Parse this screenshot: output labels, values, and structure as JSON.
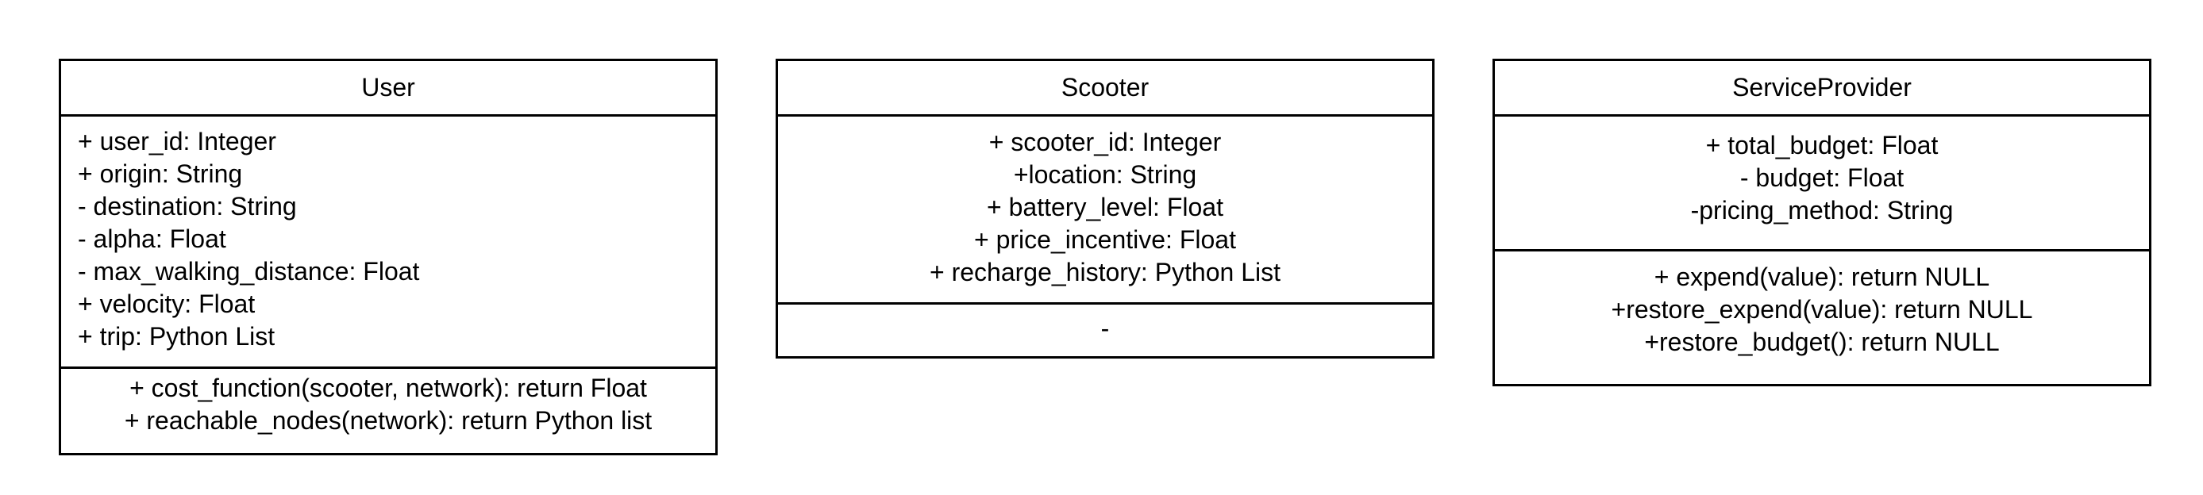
{
  "classes": {
    "user": {
      "name": "User",
      "attributes": [
        "+ user_id: Integer",
        "+ origin: String",
        "- destination: String",
        "- alpha: Float",
        "- max_walking_distance: Float",
        "+ velocity: Float",
        "+ trip: Python List"
      ],
      "methods": [
        "+ cost_function(scooter, network): return Float",
        "+ reachable_nodes(network): return Python list"
      ]
    },
    "scooter": {
      "name": "Scooter",
      "attributes": [
        "+ scooter_id: Integer",
        "+location: String",
        "+ battery_level: Float",
        "+ price_incentive: Float",
        "+ recharge_history: Python List"
      ],
      "methods": [
        "-"
      ]
    },
    "service_provider": {
      "name": "ServiceProvider",
      "attributes": [
        "+ total_budget: Float",
        "- budget: Float",
        "-pricing_method: String"
      ],
      "methods": [
        "+ expend(value): return NULL",
        "+restore_expend(value): return NULL",
        "+restore_budget(): return NULL"
      ]
    }
  }
}
